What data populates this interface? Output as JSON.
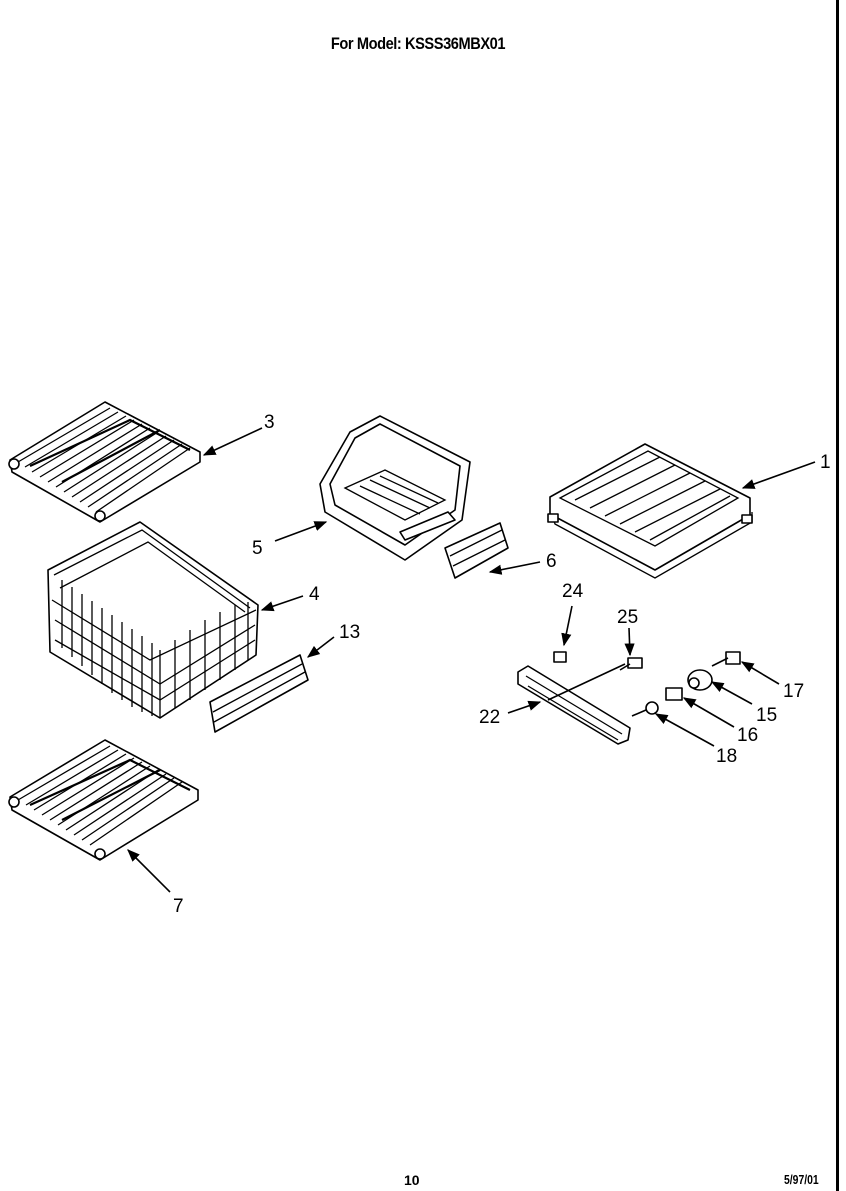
{
  "header": {
    "title": "For Model: KSSS36MBX01"
  },
  "footer": {
    "page_number": "10",
    "doc_code": "5/97/01"
  },
  "callouts": {
    "c1": "1",
    "c3": "3",
    "c4": "4",
    "c5": "5",
    "c6": "6",
    "c7": "7",
    "c13": "13",
    "c15": "15",
    "c16": "16",
    "c17": "17",
    "c18": "18",
    "c22": "22",
    "c24": "24",
    "c25": "25"
  }
}
